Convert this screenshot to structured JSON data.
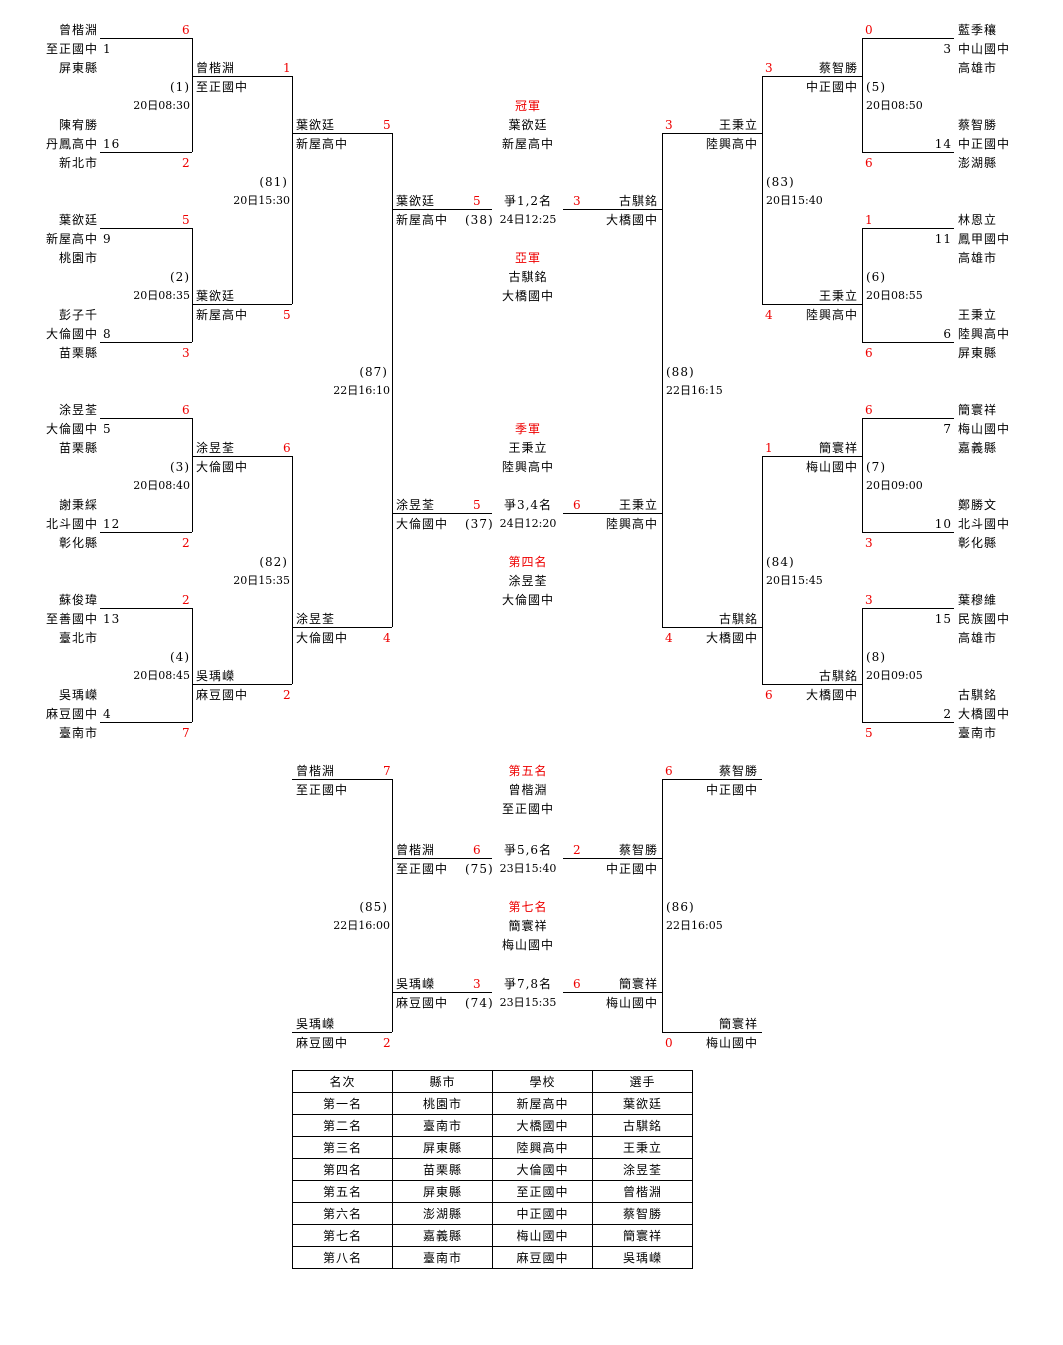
{
  "players": [
    {
      "name": "曾楷淵",
      "school": "至正國中",
      "county": "屏東縣",
      "seed": "1",
      "score": "6"
    },
    {
      "name": "陳宥勝",
      "school": "丹鳳高中",
      "county": "新北市",
      "seed": "16",
      "score": "2"
    },
    {
      "name": "葉欲廷",
      "school": "新屋高中",
      "county": "桃園市",
      "seed": "9",
      "score": "5"
    },
    {
      "name": "彭子千",
      "school": "大倫國中",
      "county": "苗栗縣",
      "seed": "8",
      "score": "3"
    },
    {
      "name": "涂昱荃",
      "school": "大倫國中",
      "county": "苗栗縣",
      "seed": "5",
      "score": "6"
    },
    {
      "name": "謝秉綵",
      "school": "北斗國中",
      "county": "彰化縣",
      "seed": "12",
      "score": "2"
    },
    {
      "name": "蘇俊瑋",
      "school": "至善國中",
      "county": "臺北市",
      "seed": "13",
      "score": "2"
    },
    {
      "name": "吳瑀嶸",
      "school": "麻豆國中",
      "county": "臺南市",
      "seed": "4",
      "score": "7"
    },
    {
      "name": "藍季穰",
      "school": "中山國中",
      "county": "高雄市",
      "seed": "3",
      "score": "0"
    },
    {
      "name": "蔡智勝",
      "school": "中正國中",
      "county": "澎湖縣",
      "seed": "14",
      "score": "6"
    },
    {
      "name": "林恩立",
      "school": "鳳甲國中",
      "county": "高雄市",
      "seed": "11",
      "score": "1"
    },
    {
      "name": "王秉立",
      "school": "陸興高中",
      "county": "屏東縣",
      "seed": "6",
      "score": "6"
    },
    {
      "name": "簡寰祥",
      "school": "梅山國中",
      "county": "嘉義縣",
      "seed": "7",
      "score": "6"
    },
    {
      "name": "鄭勝文",
      "school": "北斗國中",
      "county": "彰化縣",
      "seed": "10",
      "score": "3"
    },
    {
      "name": "葉穆維",
      "school": "民族國中",
      "county": "高雄市",
      "seed": "15",
      "score": "3"
    },
    {
      "name": "古騏銘",
      "school": "大橋國中",
      "county": "臺南市",
      "seed": "2",
      "score": "5"
    }
  ],
  "matches": [
    {
      "no": "(1)",
      "time": "20日08:30"
    },
    {
      "no": "(2)",
      "time": "20日08:35"
    },
    {
      "no": "(3)",
      "time": "20日08:40"
    },
    {
      "no": "(4)",
      "time": "20日08:45"
    },
    {
      "no": "(5)",
      "time": "20日08:50"
    },
    {
      "no": "(6)",
      "time": "20日08:55"
    },
    {
      "no": "(7)",
      "time": "20日09:00"
    },
    {
      "no": "(8)",
      "time": "20日09:05"
    },
    {
      "no": "(81)",
      "time": "20日15:30"
    },
    {
      "no": "(82)",
      "time": "20日15:35"
    },
    {
      "no": "(83)",
      "time": "20日15:40"
    },
    {
      "no": "(84)",
      "time": "20日15:45"
    },
    {
      "no": "(87)",
      "time": "22日16:10"
    },
    {
      "no": "(88)",
      "time": "22日16:15"
    },
    {
      "no": "(38)",
      "time": "24日12:25"
    },
    {
      "no": "(37)",
      "time": "24日12:20"
    },
    {
      "no": "(85)",
      "time": "22日16:00"
    },
    {
      "no": "(86)",
      "time": "22日16:05"
    },
    {
      "no": "(75)",
      "time": "23日15:40"
    },
    {
      "no": "(74)",
      "time": "23日15:35"
    }
  ],
  "r2scores": [
    "1",
    "5",
    "6",
    "2",
    "3",
    "4",
    "1",
    "6"
  ],
  "semi": {
    "ul_score": "5",
    "ll_score": "4",
    "ur_score": "3",
    "lr_score": "4"
  },
  "finals": {
    "f12": {
      "label": "爭1,2名",
      "left": "5",
      "right": "3"
    },
    "f34": {
      "label": "爭3,4名",
      "left": "5",
      "right": "6"
    },
    "f56": {
      "label": "爭5,6名",
      "left": "6",
      "right": "2"
    },
    "f78": {
      "label": "爭7,8名",
      "left": "3",
      "right": "6"
    }
  },
  "cons": {
    "ul": "7",
    "ll": "2",
    "ur": "6",
    "lr": "0"
  },
  "places": {
    "champ": {
      "title": "冠軍",
      "name": "葉欲廷",
      "school": "新屋高中"
    },
    "second": {
      "title": "亞軍",
      "name": "古騏銘",
      "school": "大橋國中"
    },
    "third": {
      "title": "季軍",
      "name": "王秉立",
      "school": "陸興高中"
    },
    "fourth": {
      "title": "第四名",
      "name": "涂昱荃",
      "school": "大倫國中"
    },
    "fifth": {
      "title": "第五名",
      "name": "曾楷淵",
      "school": "至正國中"
    },
    "seventh": {
      "title": "第七名",
      "name": "簡寰祥",
      "school": "梅山國中"
    }
  },
  "table": {
    "headers": [
      "名次",
      "縣市",
      "學校",
      "選手"
    ],
    "rows": [
      [
        "第一名",
        "桃園市",
        "新屋高中",
        "葉欲廷"
      ],
      [
        "第二名",
        "臺南市",
        "大橋國中",
        "古騏銘"
      ],
      [
        "第三名",
        "屏東縣",
        "陸興高中",
        "王秉立"
      ],
      [
        "第四名",
        "苗栗縣",
        "大倫國中",
        "涂昱荃"
      ],
      [
        "第五名",
        "屏東縣",
        "至正國中",
        "曾楷淵"
      ],
      [
        "第六名",
        "澎湖縣",
        "中正國中",
        "蔡智勝"
      ],
      [
        "第七名",
        "嘉義縣",
        "梅山國中",
        "簡寰祥"
      ],
      [
        "第八名",
        "臺南市",
        "麻豆國中",
        "吳瑀嶸"
      ]
    ]
  }
}
